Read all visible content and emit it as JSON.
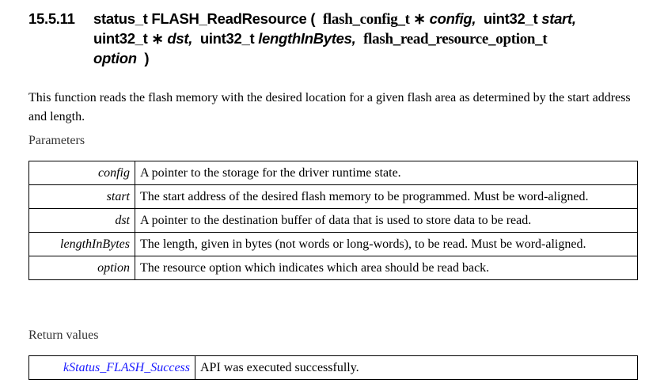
{
  "heading": {
    "number": "15.5.11",
    "return_type": "status_t",
    "function_name": "FLASH_ReadResource",
    "open_paren": "(",
    "params": [
      {
        "type": "flash_config_t ∗",
        "name": "config,"
      },
      {
        "type": "uint32_t",
        "name": "start,"
      },
      {
        "type": "uint32_t ∗",
        "name": "dst,"
      },
      {
        "type": "uint32_t",
        "name": "lengthInBytes,"
      },
      {
        "type": "flash_read_resource_option_t",
        "name": "option"
      }
    ],
    "close_paren": ")"
  },
  "description": "This function reads the flash memory with the desired location for a given flash area as determined by the start address and length.",
  "parameters_label": "Parameters",
  "parameters": [
    {
      "name": "config",
      "desc": "A pointer to the storage for the driver runtime state."
    },
    {
      "name": "start",
      "desc": "The start address of the desired flash memory to be programmed.  Must be word-aligned."
    },
    {
      "name": "dst",
      "desc": "A pointer to the destination buffer of data that is used to store data to be read."
    },
    {
      "name": "lengthInBytes",
      "desc": "The length, given in bytes (not words or long-words), to be read.  Must be word-aligned."
    },
    {
      "name": "option",
      "desc": "The resource option which indicates which area should be read back."
    }
  ],
  "return_label": "Return values",
  "returns": [
    {
      "name": "kStatus_FLASH_Success",
      "desc": "API was executed successfully."
    }
  ]
}
